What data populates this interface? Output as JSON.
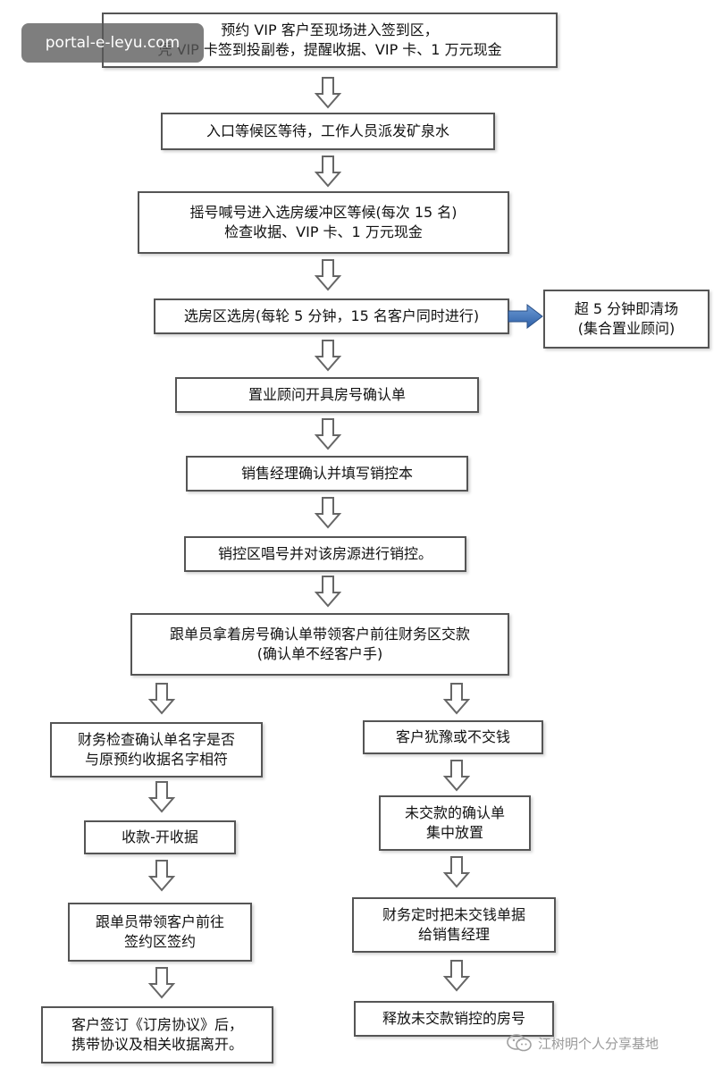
{
  "watermark_top": "portal-e-leyu.com",
  "watermark_bottom": "江树明个人分享基地",
  "steps": [
    {
      "id": "s1",
      "lines": [
        "预约 VIP 客户至现场进入签到区，",
        "凭 VIP 卡签到投副卷，提醒收据、VIP 卡、1 万元现金"
      ]
    },
    {
      "id": "s2",
      "lines": [
        "入口等候区等待，工作人员派发矿泉水"
      ]
    },
    {
      "id": "s3",
      "lines": [
        "摇号喊号进入选房缓冲区等候(每次 15 名)",
        "检查收据、VIP 卡、1 万元现金"
      ]
    },
    {
      "id": "s4",
      "lines": [
        "选房区选房(每轮 5 分钟，15 名客户同时进行)"
      ]
    },
    {
      "id": "s4b",
      "lines": [
        "超 5 分钟即清场",
        "(集合置业顾问)"
      ]
    },
    {
      "id": "s5",
      "lines": [
        "置业顾问开具房号确认单"
      ]
    },
    {
      "id": "s6",
      "lines": [
        "销售经理确认并填写销控本"
      ]
    },
    {
      "id": "s7",
      "lines": [
        "销控区唱号并对该房源进行销控。"
      ]
    },
    {
      "id": "s8",
      "lines": [
        "跟单员拿着房号确认单带领客户前往财务区交款",
        "(确认单不经客户手)"
      ]
    },
    {
      "id": "l1",
      "lines": [
        "财务检查确认单名字是否",
        "与原预约收据名字相符"
      ]
    },
    {
      "id": "l2",
      "lines": [
        "收款-开收据"
      ]
    },
    {
      "id": "l3",
      "lines": [
        "跟单员带领客户前往",
        "签约区签约"
      ]
    },
    {
      "id": "l4",
      "lines": [
        "客户签订《订房协议》后，",
        "携带协议及相关收据离开。"
      ]
    },
    {
      "id": "r1",
      "lines": [
        "客户犹豫或不交钱"
      ]
    },
    {
      "id": "r2",
      "lines": [
        "未交款的确认单",
        "集中放置"
      ]
    },
    {
      "id": "r3",
      "lines": [
        "财务定时把未交钱单据",
        "给销售经理"
      ]
    },
    {
      "id": "r4",
      "lines": [
        "释放未交款销控的房号"
      ]
    }
  ]
}
